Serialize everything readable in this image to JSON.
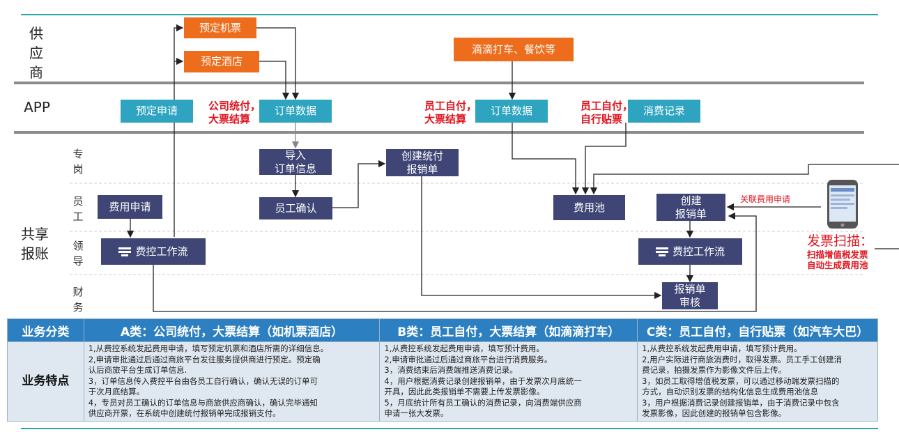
{
  "lanes": {
    "supplier": [
      "供",
      "应",
      "商"
    ],
    "app": "APP",
    "shared": [
      "共享",
      "报账"
    ],
    "roles": {
      "specialist": [
        "专",
        "岗"
      ],
      "employee": [
        "员",
        "工"
      ],
      "leader": [
        "领",
        "导"
      ],
      "finance": [
        "财",
        "务"
      ]
    }
  },
  "boxes": {
    "book_flight": "预定机票",
    "book_hotel": "预定酒店",
    "didi": "滴滴打车、餐饮等",
    "booking_request": "预定申请",
    "order_data_a": "订单数据",
    "order_data_b": "订单数据",
    "consumption_record": "消费记录",
    "import_order": [
      "导入",
      "订单信息"
    ],
    "create_unified": [
      "创建统付",
      "报销单"
    ],
    "expense_request": "费用申请",
    "employee_confirm": "员工确认",
    "expense_pool": "费用池",
    "create_claim": [
      "创建",
      "报销单"
    ],
    "workflow_left": "费控工作流",
    "workflow_right": "费控工作流",
    "claim_review": [
      "报销单",
      "审核"
    ]
  },
  "red_labels": {
    "a": [
      "公司统付，",
      "大票结算"
    ],
    "b": [
      "员工自付，",
      "大票结算"
    ],
    "c": [
      "员工自付，",
      "自行贴票"
    ],
    "link_request": "关联费用申请",
    "scan_title": "发票扫描：",
    "scan_desc": [
      "扫描增值税发票",
      "自动生成费用池"
    ]
  },
  "table": {
    "header": [
      "业务分类",
      "A类：公司统付，大票结算（如机票酒店）",
      "B类：员工自付，大票结算（如滴滴打车）",
      "C类：员工自付，自行贴票（如汽车大巴）"
    ],
    "row_label": "业务特点",
    "col_a": [
      "1,从费控系统发起费用申请，填写预定机票和酒店所需的详细信息。",
      "2,申请审批通过后通过商旅平台发往服务提供商进行预定。预定确",
      "认后商旅平台生成订单信息.",
      "3，订单信息传入费控平台由各员工自行确认，确认无误的订单可",
      "于次月底结算。",
      "4，专员对员工确认的订单信息与商旅供应商确认，确认完毕通知",
      "供应商开票，在系统中创建统付报销单完成报销支付。"
    ],
    "col_b": [
      "1,从费控系统发起费用申请，填写预计费用。",
      "2,申请审批通过后通过商旅平台进行消费服务。",
      "3，消费结束后消费端推送消费记录。",
      "4，用户根据消费记录创建报销单，由于发票次月底统一",
      "开具，因此此类报销单不需要上传发票影像。",
      "5，月底统计所有员工确认的消费记录，向消费端供应商",
      "申请一张大发票。"
    ],
    "col_c": [
      "1,从费控系统发起费用申请，填写预计费用。",
      "2,用户实际进行商旅消费时，取得发票。员工手工创建消",
      "费记录，拍摄发票作为影像文件后上传。",
      "3，如员工取得增值税发票，可以通过移动端发票扫描的",
      "方式，自动识别发票的结构化信息生成费用池信息",
      "3，用户根据消费记录创建报销单，由于消费记录中包含",
      "发票影像，因此创建的报销单包含影像。"
    ]
  },
  "colors": {
    "orange": "#ed6d1d",
    "teal": "#2ea4c0",
    "navy": "#3f4675",
    "red": "#e0141e",
    "table_header": "#2c7fc0",
    "table_body": "#dfe8f1"
  }
}
